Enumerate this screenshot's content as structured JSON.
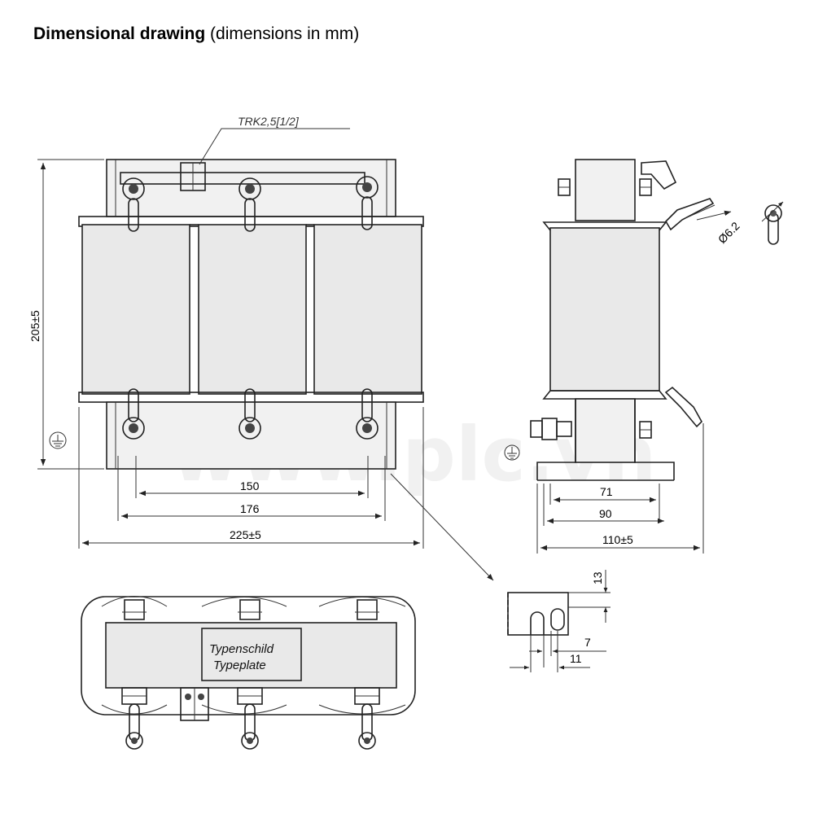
{
  "title": {
    "bold": "Dimensional drawing",
    "normal": "(dimensions in mm)"
  },
  "watermark": "www.plc.vn",
  "front_view": {
    "terminal_label": "TRK2,5[1/2]",
    "height_dim": "205±5",
    "dims_bottom": [
      "150",
      "176",
      "225±5"
    ]
  },
  "side_view": {
    "hole_dia": "Ø6.2",
    "dims_bottom": [
      "71",
      "90",
      "110±5"
    ]
  },
  "detail_view": {
    "dims": [
      "13",
      "7",
      "11"
    ]
  },
  "top_view": {
    "typeplate_de": "Typenschild",
    "typeplate_en": "Typeplate"
  },
  "icons": [
    "ground-icon",
    "ground-icon"
  ]
}
